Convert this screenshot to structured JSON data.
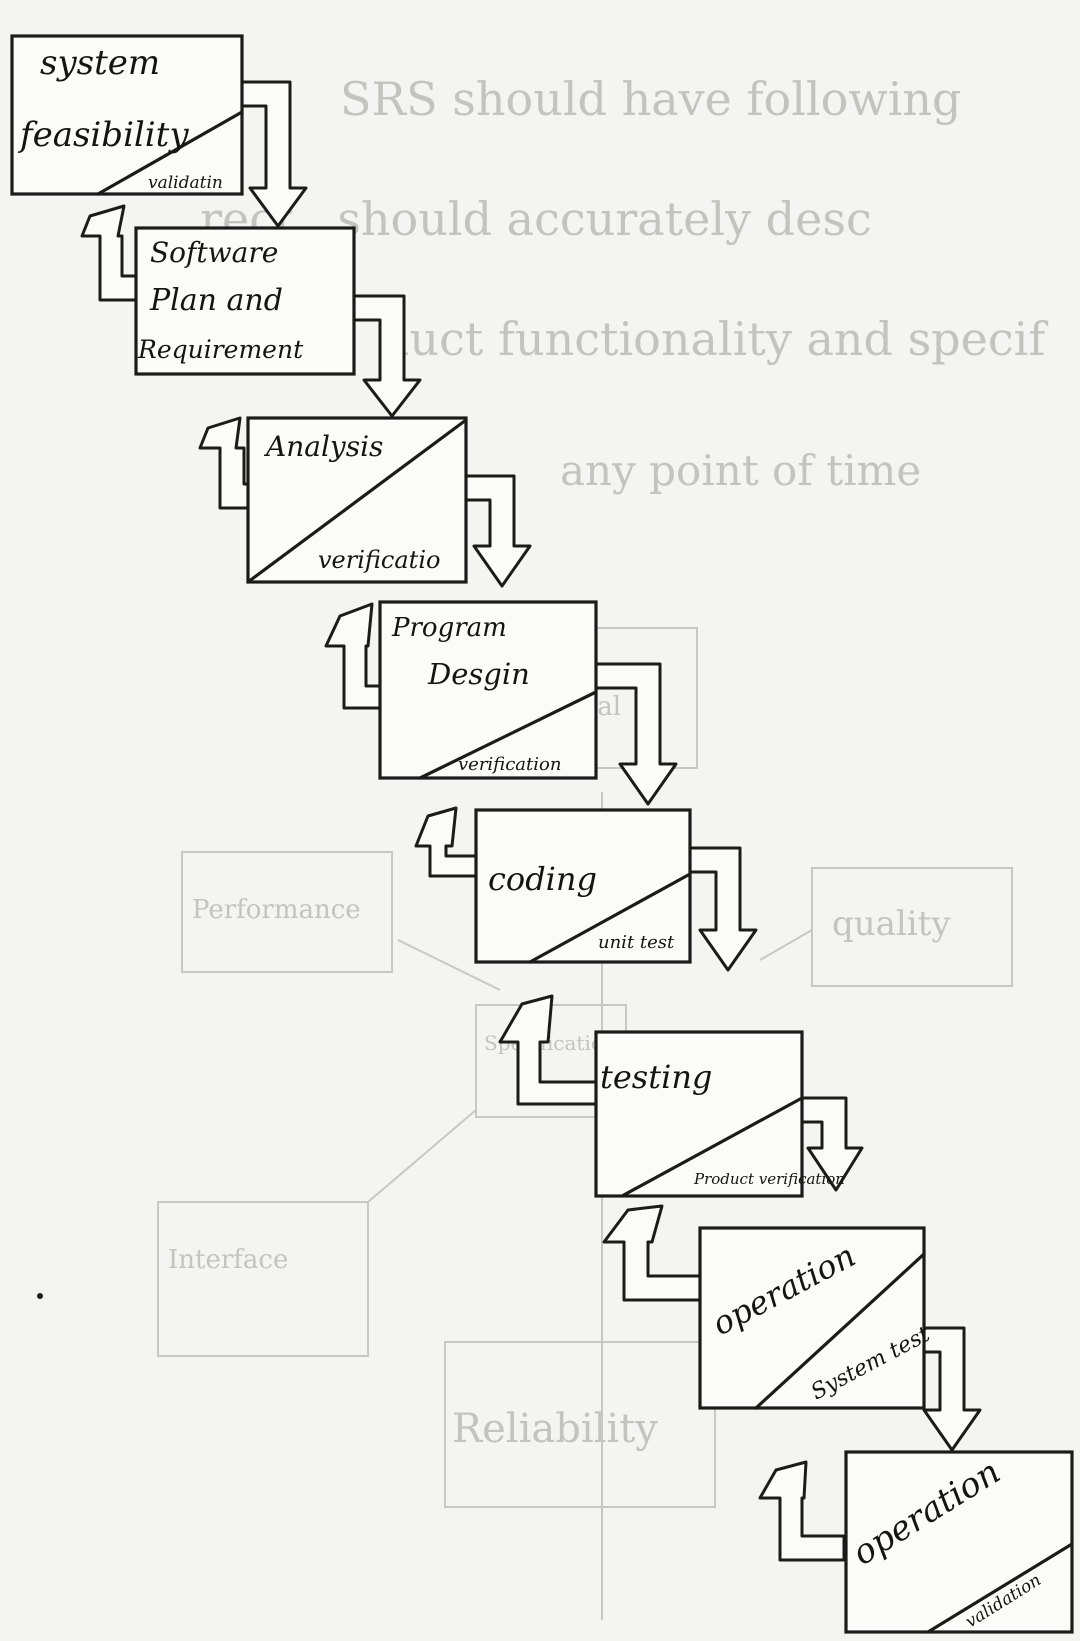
{
  "background_text": {
    "line1": "SRS should have following",
    "line2": "rect . should accurately desc",
    "line3": "duct functionality and specif",
    "line4": "any point of time",
    "faint_labels": [
      "Functional",
      "Performance",
      "quality",
      "Specification Types",
      "Interface",
      "Reliability"
    ]
  },
  "phases": [
    {
      "line1": "system",
      "line2": "feasibility",
      "line3": "",
      "check": "validatin"
    },
    {
      "line1": "Software",
      "line2": "Plan and",
      "line3": "Requirement",
      "check": ""
    },
    {
      "line1": "Analysis",
      "line2": "",
      "line3": "",
      "check": "verificatio"
    },
    {
      "line1": "Program",
      "line2": "Desgin",
      "line3": "",
      "check": "verification"
    },
    {
      "line1": "coding",
      "line2": "",
      "line3": "",
      "check": "unit test"
    },
    {
      "line1": "testing",
      "line2": "",
      "line3": "",
      "check": "Product verification"
    },
    {
      "line1": "operation",
      "line2": "",
      "line3": "",
      "check": "System test"
    },
    {
      "line1": "operation",
      "line2": "",
      "line3": "",
      "check": "validation"
    }
  ]
}
